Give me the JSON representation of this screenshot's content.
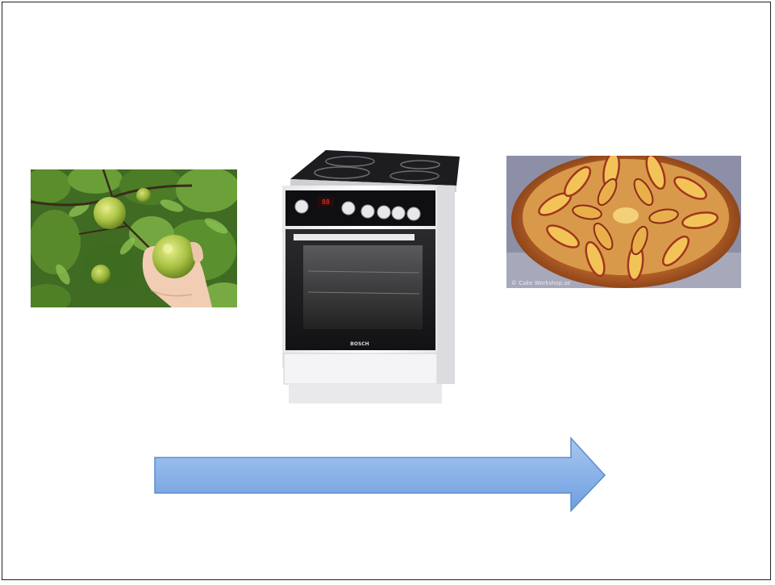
{
  "slide": {
    "images": [
      {
        "name": "apple-tree-photo",
        "description": "hand picking an apple from a tree"
      },
      {
        "name": "electric-stove-photo",
        "description": "white electric cooker with ceramic hob and oven",
        "brand_text": "BOSCH"
      },
      {
        "name": "apple-tart-photo",
        "description": "baked apple tart with sliced apples",
        "watermark_text": "© Cake Workshop.se"
      }
    ],
    "arrow": {
      "direction": "right",
      "fill": "#8ab4e6",
      "stroke": "#5b8ccc"
    }
  }
}
